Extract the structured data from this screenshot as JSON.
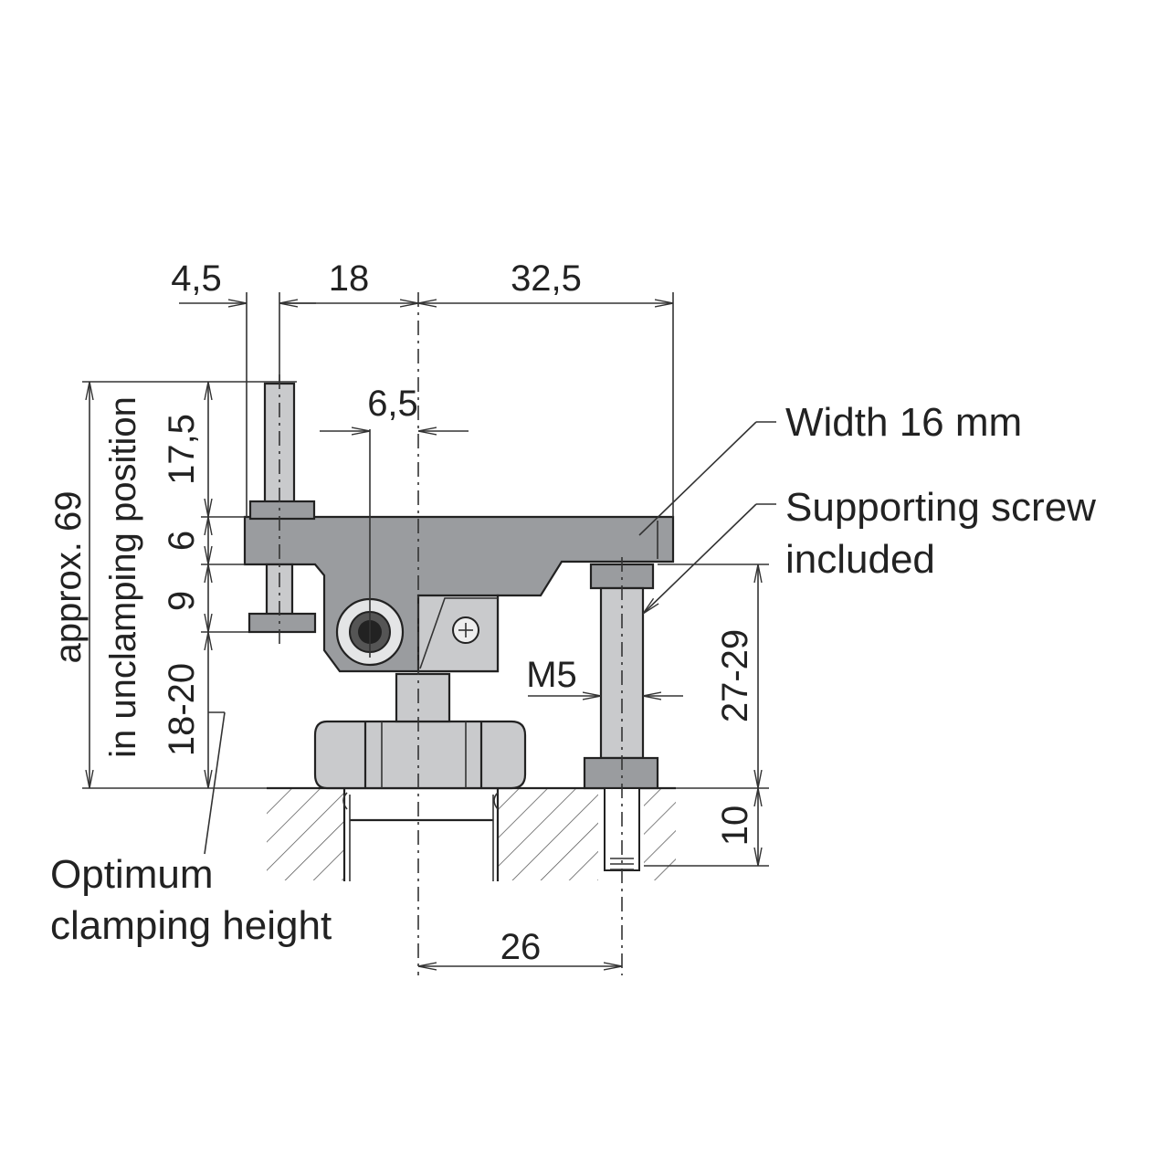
{
  "dimensions": {
    "d_4_5": "4,5",
    "d_18": "18",
    "d_32_5": "32,5",
    "d_6_5": "6,5",
    "d_17_5": "17,5",
    "d_6": "6",
    "d_9": "9",
    "d_18_20": "18-20",
    "d_approx_69": "approx. 69",
    "d_unclamping": "in unclamping position",
    "d_m5": "M5",
    "d_27_29": "27-29",
    "d_10": "10",
    "d_26": "26"
  },
  "notes": {
    "width": "Width 16 mm",
    "support_line1": "Supporting screw",
    "support_line2": "included",
    "optimum_line1": "Optimum",
    "optimum_line2": "clamping height"
  }
}
